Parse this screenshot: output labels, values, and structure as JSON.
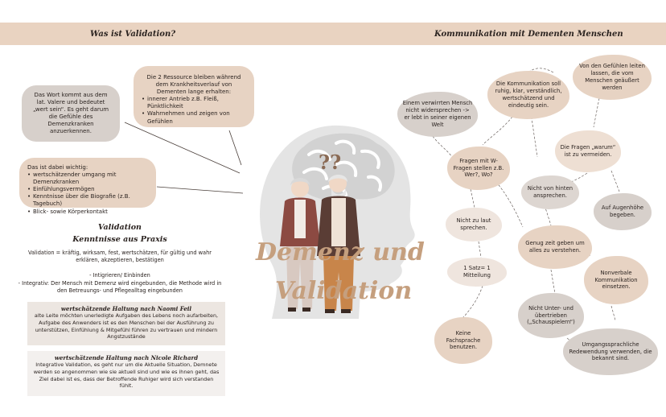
{
  "header": {
    "left_title": "Was ist Validation?",
    "right_title": "Kommunikation mit Dementen Menschen"
  },
  "left": {
    "note_meaning": "Das Wort kommt aus dem lat. Valere und bedeutet „wert sein“. Es geht darum die Gefühle des Demenzkranken anzuerkennen.",
    "note_resources_intro": "Die 2 Ressource bleiben während dem Krankheitsverlauf von Dementen lange erhalten:",
    "note_resources_items": [
      "innerer Antrieb z.B. Fleiß, Pünktlichkeit",
      "Wahrnehmen und zeigen von Gefühlen"
    ],
    "note_important_intro": "Das ist dabei wichtig:",
    "note_important_items": [
      "wertschätzender umgang mit Demenzkranken",
      "Einfühlungsvermögen",
      "Kenntnisse über die Biografie (z.B. Tagebuch)",
      "Blick- sowie Körperkontakt"
    ],
    "section_title_1": "Validation",
    "section_title_2": "Kenntnisse aus Praxis",
    "validation_def": "Validation = kräftig, wirksam, fest, wertschätzen, für gültig und wahr erklären, akzeptieren, bestätigen",
    "integrate_line": "- Intigrieren/ Einbinden",
    "integrative_line": "- Integrativ: Der Mensch mit Demenz wird eingebunden, die Methode wird in den Betreuungs- und Pflegealltag eingebunden",
    "panel1_title": "wertschätzende Haltung nach Naomi Feil",
    "panel1_text": "alte Leite möchten unerledigte Aufgaben des Lebens noch aufarbeiten, Aufgabe des Anwenders ist es den Menschen bei der Ausführung zu unterstützen, Einfühlung & Mitgefühl führen zu vertrauen und mindern Angstzustände",
    "panel2_title": "wertschätzende Haltung nach Nicole Richard",
    "panel2_text": "Integrative Validation, es geht nur um die Aktuelle Situation, Demnete werden so angenommen wie sie aktuell sind und wie es ihnen geht, das Ziel dabei ist es, dass der Betroffende Ruhiger wird sich verstanden fühlt."
  },
  "center": {
    "question_marks": "??",
    "word_1": "Demenz und",
    "word_2": "Validation"
  },
  "bubbles": {
    "b_feelings": "Von den Gefühlen leiten lassen, die vom Menschen geäußert werden",
    "b_communication": "Die Kommunikation soll ruhig, klar, verständlich, wertschätzend und eindeutig sein.",
    "b_world": "Einem verwirrten Mensch nicht widersprechen -> er lebt in seiner eigenen Welt",
    "b_why": "Die Fragen „warum“ ist zu vermeiden.",
    "b_wquestions": "Fragen mit W-Fragen stellen z.B. Wer?, Wo?",
    "b_behind": "Nicht von hinten ansprechen.",
    "b_eye": "Auf Augenhöhe begeben.",
    "b_loud": "Nicht zu laut sprechen.",
    "b_time": "Genug zeit geben um alles zu verstehen.",
    "b_one": "1 Satz= 1 Mitteilung",
    "b_nonverbal": "Nonverbale Kommunikation einsetzen.",
    "b_under": "Nicht Unter- und übertrieben („Schauspielern“)",
    "b_jargon": "Keine Fachsprache benutzen.",
    "b_colloquial": "Umgangssprachliche Redewendung verwenden, die bekannt sind."
  },
  "colors": {
    "band": "#e9d3c1",
    "beige": "#e7d3c3",
    "grey": "#d7d0cb",
    "title_brown": "#c59f7e"
  }
}
